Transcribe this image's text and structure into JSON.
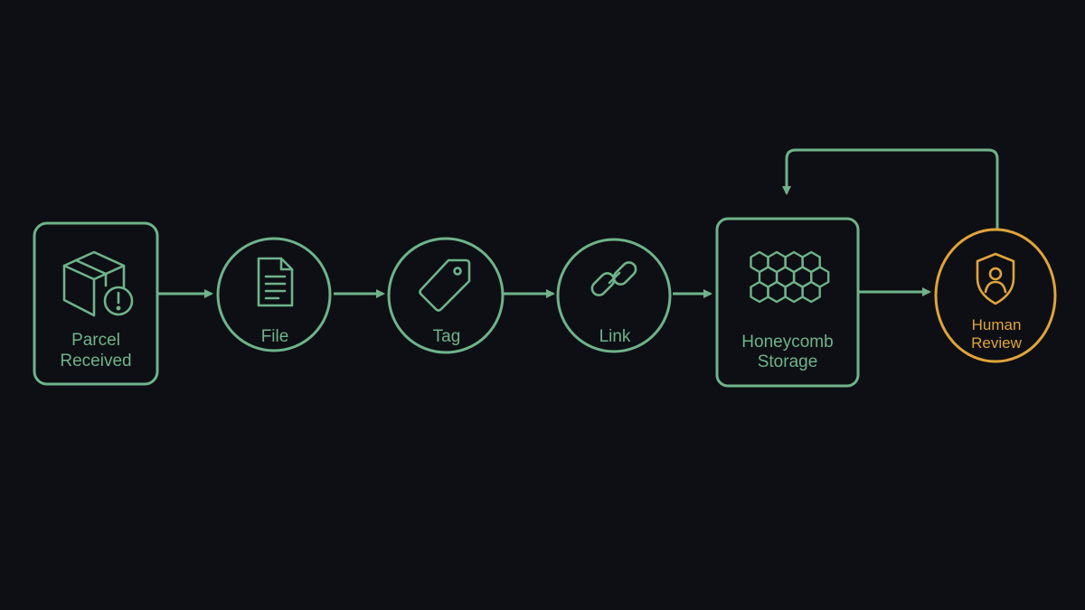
{
  "colors": {
    "background": "#0d0f14",
    "flow": "#6fb38a",
    "review": "#e0a43a"
  },
  "nodes": {
    "parcel": {
      "line1": "Parcel",
      "line2": "Received",
      "icon": "package-alert-icon"
    },
    "file": {
      "label": "File",
      "icon": "document-icon"
    },
    "tag": {
      "label": "Tag",
      "icon": "tag-icon"
    },
    "link": {
      "label": "Link",
      "icon": "chain-link-icon"
    },
    "storage": {
      "line1": "Honeycomb",
      "line2": "Storage",
      "icon": "honeycomb-icon"
    },
    "review": {
      "line1": "Human",
      "line2": "Review",
      "icon": "shield-user-icon"
    }
  }
}
